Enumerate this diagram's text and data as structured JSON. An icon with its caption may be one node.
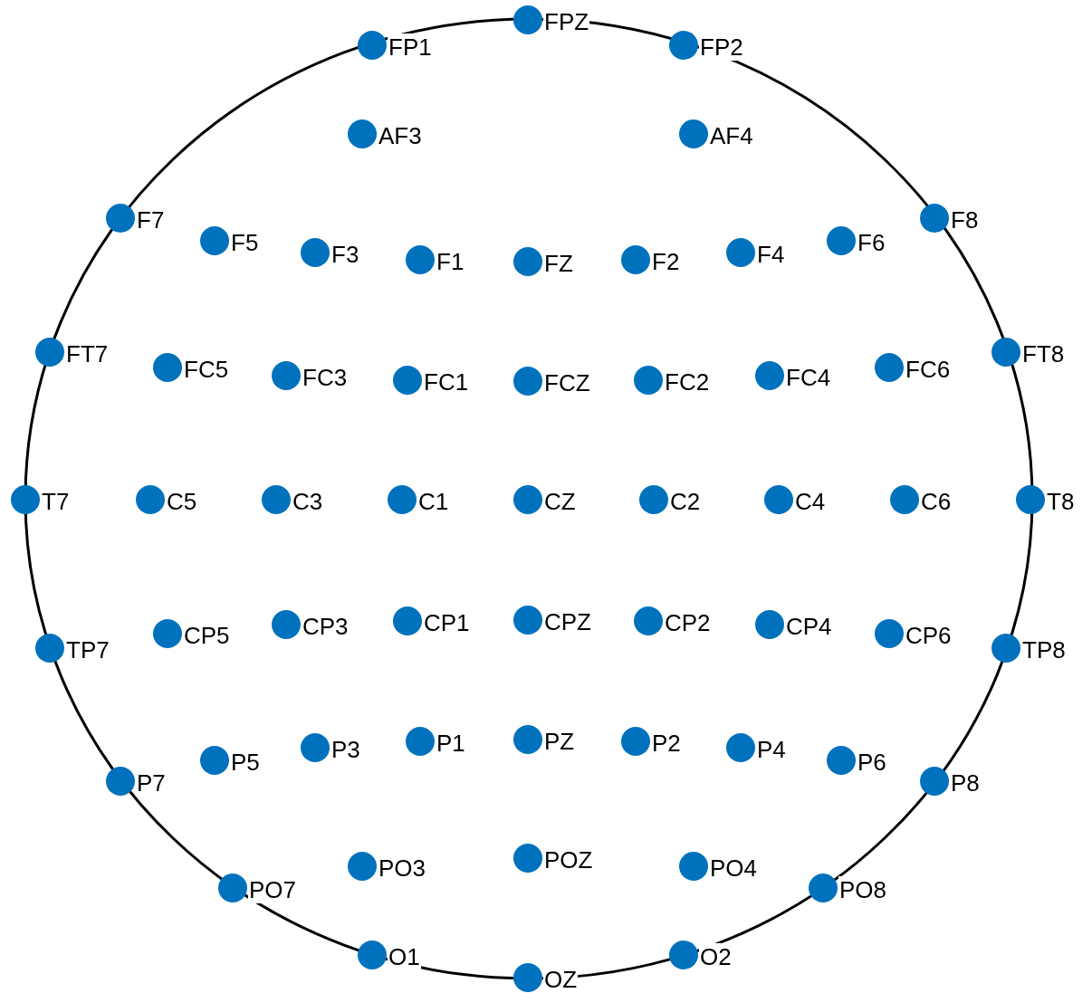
{
  "diagram": {
    "nodes": [
      {
        "text": [],
        "shape": "circle",
        "beside": [
          "FPZ"
        ]
      },
      {
        "text": [],
        "shape": "circle",
        "beside": [
          "FP1"
        ]
      },
      {
        "text": [],
        "shape": "circle",
        "beside": [
          "FP2"
        ]
      },
      {
        "text": [],
        "shape": "circle",
        "beside": [
          "AF3"
        ]
      },
      {
        "text": [],
        "shape": "circle",
        "beside": [
          "AF4"
        ]
      },
      {
        "text": [],
        "shape": "circle",
        "beside": [
          "F7"
        ]
      },
      {
        "text": [],
        "shape": "circle",
        "beside": [
          "F5"
        ]
      },
      {
        "text": [],
        "shape": "circle",
        "beside": [
          "F3"
        ]
      },
      {
        "text": [],
        "shape": "circle",
        "beside": [
          "F1"
        ]
      },
      {
        "text": [],
        "shape": "circle",
        "beside": [
          "FZ"
        ]
      },
      {
        "text": [],
        "shape": "circle",
        "beside": [
          "F2"
        ]
      },
      {
        "text": [],
        "shape": "circle",
        "beside": [
          "F4"
        ]
      },
      {
        "text": [],
        "shape": "circle",
        "beside": [
          "F6"
        ]
      },
      {
        "text": [],
        "shape": "circle",
        "beside": [
          "F8"
        ]
      },
      {
        "text": [],
        "shape": "circle",
        "beside": [
          "FT7"
        ]
      },
      {
        "text": [],
        "shape": "circle",
        "beside": [
          "FC5"
        ]
      },
      {
        "text": [],
        "shape": "circle",
        "beside": [
          "FC3"
        ]
      },
      {
        "text": [],
        "shape": "circle",
        "beside": [
          "FC1"
        ]
      },
      {
        "text": [],
        "shape": "circle",
        "beside": [
          "FCZ"
        ]
      },
      {
        "text": [],
        "shape": "circle",
        "beside": [
          "FC2"
        ]
      },
      {
        "text": [],
        "shape": "circle",
        "beside": [
          "FC4"
        ]
      },
      {
        "text": [],
        "shape": "circle",
        "beside": [
          "FC6"
        ]
      },
      {
        "text": [],
        "shape": "circle",
        "beside": [
          "FT8"
        ]
      },
      {
        "text": [],
        "shape": "circle",
        "beside": [
          "T7"
        ]
      },
      {
        "text": [],
        "shape": "circle",
        "beside": [
          "C5"
        ]
      },
      {
        "text": [],
        "shape": "circle",
        "beside": [
          "C3"
        ]
      },
      {
        "text": [],
        "shape": "circle",
        "beside": [
          "C1"
        ]
      },
      {
        "text": [],
        "shape": "circle",
        "beside": [
          "CZ"
        ]
      },
      {
        "text": [],
        "shape": "circle",
        "beside": [
          "C2"
        ]
      },
      {
        "text": [],
        "shape": "circle",
        "beside": [
          "C4"
        ]
      },
      {
        "text": [],
        "shape": "circle",
        "beside": [
          "C6"
        ]
      },
      {
        "text": [],
        "shape": "circle",
        "beside": [
          "T8"
        ]
      },
      {
        "text": [],
        "shape": "circle",
        "beside": [
          "TP7"
        ]
      },
      {
        "text": [],
        "shape": "circle",
        "beside": [
          "CP5"
        ]
      },
      {
        "text": [],
        "shape": "circle",
        "beside": [
          "CP3"
        ]
      },
      {
        "text": [],
        "shape": "circle",
        "beside": [
          "CP1"
        ]
      },
      {
        "text": [],
        "shape": "circle",
        "beside": [
          "CPZ"
        ]
      },
      {
        "text": [],
        "shape": "circle",
        "beside": [
          "CP2"
        ]
      },
      {
        "text": [],
        "shape": "circle",
        "beside": [
          "CP4"
        ]
      },
      {
        "text": [],
        "shape": "circle",
        "beside": [
          "CP6"
        ]
      },
      {
        "text": [],
        "shape": "circle",
        "beside": [
          "TP8"
        ]
      },
      {
        "text": [],
        "shape": "circle",
        "beside": [
          "P7"
        ]
      },
      {
        "text": [],
        "shape": "circle",
        "beside": [
          "P5"
        ]
      },
      {
        "text": [],
        "shape": "circle",
        "beside": [
          "P3"
        ]
      },
      {
        "text": [],
        "shape": "circle",
        "beside": [
          "P1"
        ]
      },
      {
        "text": [],
        "shape": "circle",
        "beside": [
          "PZ"
        ]
      },
      {
        "text": [],
        "shape": "circle",
        "beside": [
          "P2"
        ]
      },
      {
        "text": [],
        "shape": "circle",
        "beside": [
          "P4"
        ]
      },
      {
        "text": [],
        "shape": "circle",
        "beside": [
          "P6"
        ]
      },
      {
        "text": [],
        "shape": "circle",
        "beside": [
          "P8"
        ]
      },
      {
        "text": [],
        "shape": "circle",
        "beside": [
          "PO7"
        ]
      },
      {
        "text": [],
        "shape": "circle",
        "beside": [
          "PO3"
        ]
      },
      {
        "text": [],
        "shape": "circle",
        "beside": [
          "POZ"
        ]
      },
      {
        "text": [],
        "shape": "circle",
        "beside": [
          "PO4"
        ]
      },
      {
        "text": [],
        "shape": "circle",
        "beside": [
          "PO8"
        ]
      },
      {
        "text": [],
        "shape": "circle",
        "beside": [
          "O1"
        ]
      },
      {
        "text": [],
        "shape": "circle",
        "beside": [
          "OZ"
        ]
      },
      {
        "text": [],
        "shape": "circle",
        "beside": [
          "O2"
        ]
      }
    ]
  }
}
